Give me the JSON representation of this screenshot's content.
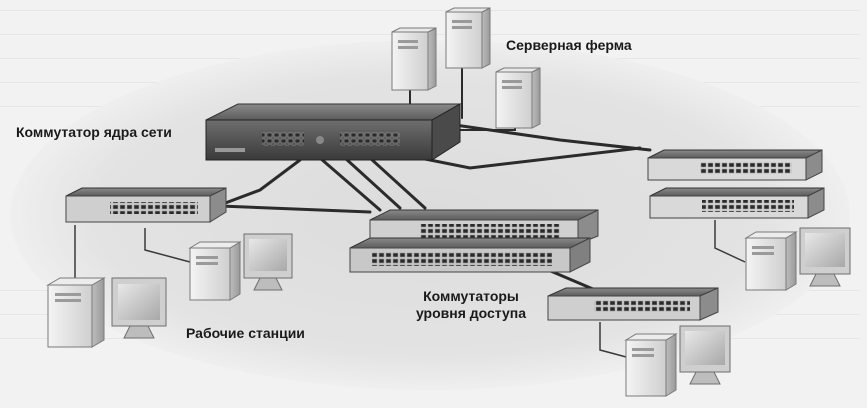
{
  "labels": {
    "server_farm": "Серверная ферма",
    "core_switch": "Коммутатор ядра сети",
    "access_switches_line1": "Коммутаторы",
    "access_switches_line2": "уровня доступа",
    "workstations": "Рабочие станции"
  }
}
